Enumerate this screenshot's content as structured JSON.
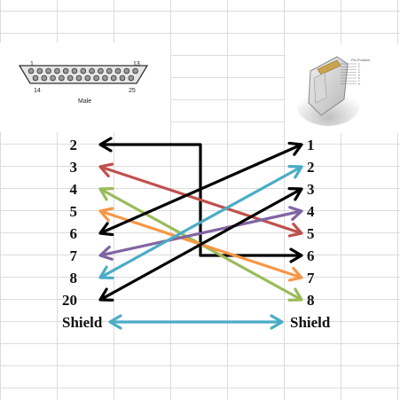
{
  "db25": {
    "pin_first_top": "1",
    "pin_last_top": "13",
    "pin_first_bottom": "14",
    "pin_last_bottom": "25",
    "gender": "Male"
  },
  "rj45": {
    "caption": "Pin Position",
    "pins": [
      "1",
      "2",
      "3",
      "4",
      "5",
      "6",
      "7",
      "8"
    ]
  },
  "left_pins": [
    "2",
    "3",
    "4",
    "5",
    "6",
    "7",
    "8",
    "20",
    "Shield"
  ],
  "right_pins": [
    "1",
    "2",
    "3",
    "4",
    "5",
    "6",
    "7",
    "8",
    "Shield"
  ],
  "wires": [
    {
      "from": "2",
      "to": "6",
      "color": "#000000",
      "heads": "both",
      "routed": true
    },
    {
      "from": "3",
      "to": "5",
      "color": "#c0504d",
      "heads": "both"
    },
    {
      "from": "4",
      "to": "8",
      "color": "#9bbb59",
      "heads": "both"
    },
    {
      "from": "5",
      "to": "7",
      "color": "#f79646",
      "heads": "both"
    },
    {
      "from": "6",
      "to": "1",
      "color": "#000000",
      "heads": "both"
    },
    {
      "from": "7",
      "to": "4",
      "color": "#8064a2",
      "heads": "both"
    },
    {
      "from": "8",
      "to": "2",
      "color": "#4bacc6",
      "heads": "both"
    },
    {
      "from": "20",
      "to": "3",
      "color": "#000000",
      "heads": "both"
    },
    {
      "from": "Shield",
      "to": "Shield",
      "color": "#4bacc6",
      "heads": "both"
    }
  ]
}
